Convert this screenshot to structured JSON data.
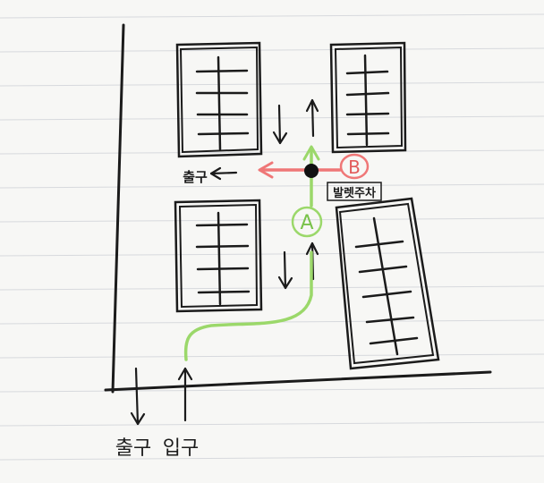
{
  "labels": {
    "exit_left": "출구",
    "exit_bottom": "출구",
    "entrance_bottom": "입구",
    "marker_a": "A",
    "marker_b": "B",
    "parking_gate": "발렛주차"
  },
  "colors": {
    "paper": "#f7f7f5",
    "rule_line": "#d7d9dd",
    "ink": "#1b1b1b",
    "green_path": "#9bd86a",
    "red_path": "#ef7777",
    "marker_dot": "#111111"
  }
}
